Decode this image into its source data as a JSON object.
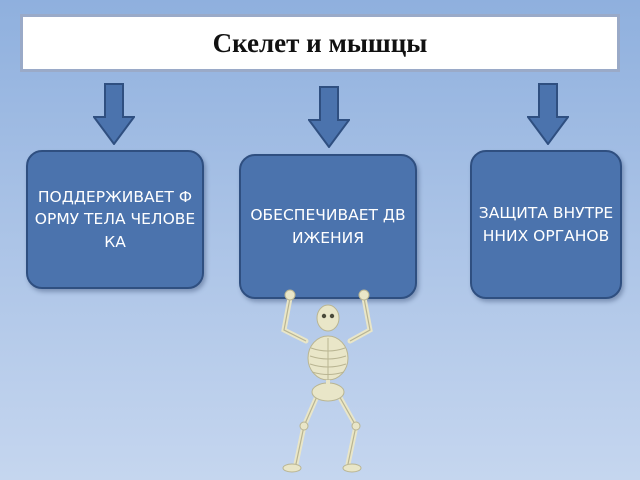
{
  "title": "Скелет и мышцы",
  "boxes": [
    {
      "text": "ПОДДЕРЖИВАЕТ ФОРМУ ТЕЛА ЧЕЛОВЕКА"
    },
    {
      "text": "ОБЕСПЕЧИВАЕТ ДВИЖЕНИЯ"
    },
    {
      "text": "ЗАЩИТА ВНУТРЕННИХ ОРГАНОВ"
    }
  ],
  "colors": {
    "box_fill": "#4b73ad",
    "arrow_fill": "#4b73ad",
    "title_background": "#ffffff"
  },
  "icons": [
    "arrow-down-icon",
    "skeleton-figure-icon"
  ]
}
